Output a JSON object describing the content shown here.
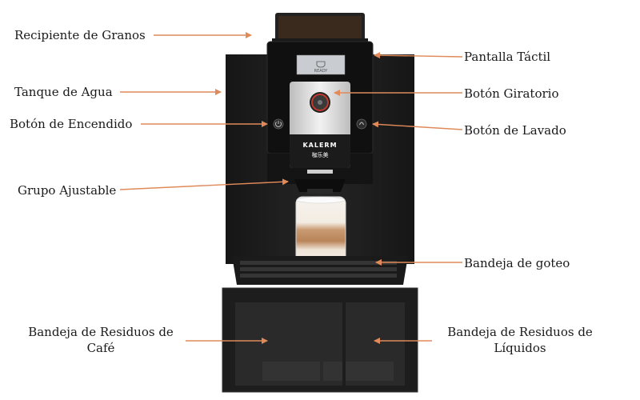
{
  "labels": {
    "recipiente_granos": "Recipiente de Granos",
    "tanque_agua": "Tanque de Agua",
    "boton_encendido": "Botón de Encendido",
    "grupo_ajustable": "Grupo Ajustable",
    "bandeja_residuos_cafe_line1": "Bandeja de Residuos de",
    "bandeja_residuos_cafe_line2": "Café",
    "pantalla_tactil": "Pantalla Táctil",
    "boton_giratorio": "Botón Giratorio",
    "boton_lavado": "Botón de Lavado",
    "bandeja_goteo": "Bandeja de goteo",
    "bandeja_residuos_liquidos_line1": "Bandeja de Residuos de",
    "bandeja_residuos_liquidos_line2": "Líquidos"
  },
  "machine": {
    "screen_status": "READY",
    "brand": "KALERM",
    "brand_sub": "咖乐美"
  },
  "colors": {
    "arrow": "#e08a5a",
    "body": "#1c1c1c",
    "panel": "#111111",
    "silver": "#d9d9d9"
  }
}
